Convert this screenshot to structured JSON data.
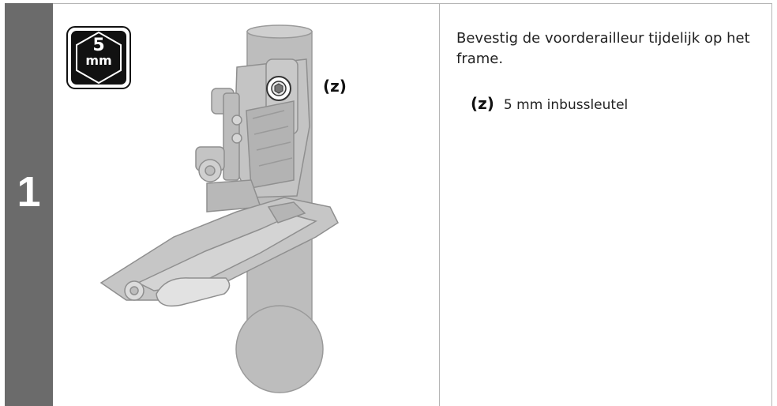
{
  "step": {
    "number": "1"
  },
  "tool": {
    "size": "5",
    "unit": "mm",
    "icon": "hex-key-icon"
  },
  "figure": {
    "callout": "(z)"
  },
  "instruction": {
    "text": "Bevestig de voorderailleur tijdelijk op het frame."
  },
  "legend": {
    "label": "(z)",
    "text": "5 mm inbussleutel"
  },
  "colors": {
    "step_bar": "#6b6b6b",
    "part": "#bdbdbd",
    "part_dark": "#9a9a9a",
    "frame_line": "#b5b5b5"
  }
}
